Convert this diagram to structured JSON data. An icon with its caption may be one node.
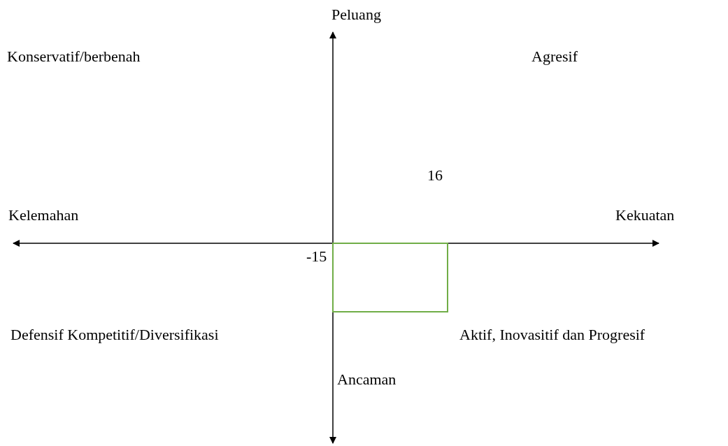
{
  "diagram": {
    "nodes": [
      {
        "text": [],
        "shape": "box"
      }
    ],
    "labels": [
      "Peluang",
      "Konservatif/berbenah",
      "Agresif",
      "16",
      "Kelemahan",
      "Kekuatan",
      "-15",
      "Defensif Kompetitif/Diversifikasi",
      "Aktif, Inovasitif dan Progresif",
      "Ancaman"
    ]
  }
}
